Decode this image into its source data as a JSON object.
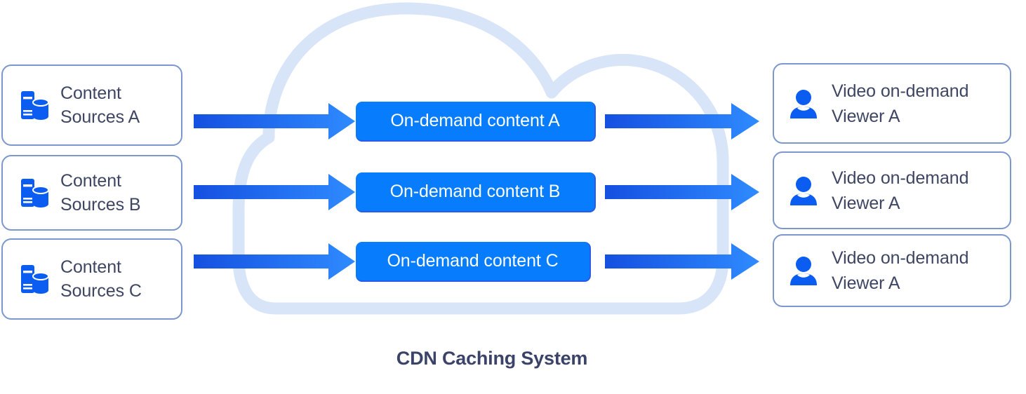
{
  "diagram": {
    "title": "CDN Caching System",
    "colors": {
      "accent_blue": "#077cfc",
      "arrow_dark": "#1550e0",
      "arrow_light": "#2f8bff",
      "cloud_stroke": "#d8e5f8",
      "card_border": "#7b97cc",
      "text_navy": "#3e4663",
      "title_navy": "#3b4468",
      "white": "#ffffff"
    },
    "cloud": {
      "name": "cdn-cloud",
      "style": "outline"
    }
  },
  "sources": {
    "icon": "database-server-icon",
    "items": [
      {
        "label": "Content\nSources A"
      },
      {
        "label": "Content\nSources B"
      },
      {
        "label": "Content\nSources C"
      }
    ]
  },
  "content": {
    "items": [
      {
        "label": "On-demand content A"
      },
      {
        "label": "On-demand content B"
      },
      {
        "label": "On-demand content C"
      }
    ]
  },
  "viewers": {
    "icon": "person-icon",
    "items": [
      {
        "label": "Video on-demand\nViewer A"
      },
      {
        "label": "Video on-demand\nViewer A"
      },
      {
        "label": "Video on-demand\nViewer A"
      }
    ]
  },
  "arrows": {
    "ingress": [
      {
        "name": "arrow-source-a-to-content-a"
      },
      {
        "name": "arrow-source-b-to-content-b"
      },
      {
        "name": "arrow-source-c-to-content-c"
      }
    ],
    "egress": [
      {
        "name": "arrow-content-a-to-viewer-a"
      },
      {
        "name": "arrow-content-b-to-viewer-b"
      },
      {
        "name": "arrow-content-c-to-viewer-c"
      }
    ]
  }
}
